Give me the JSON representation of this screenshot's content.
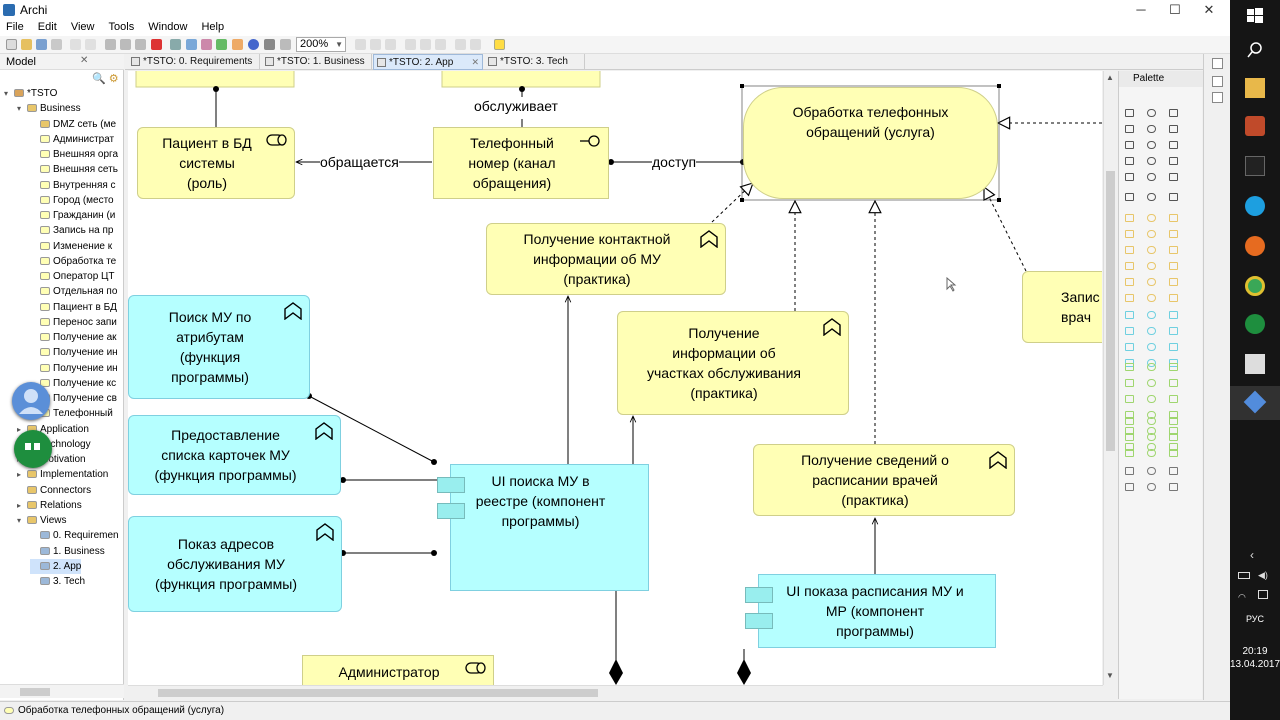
{
  "window": {
    "title": "Archi",
    "min": "─",
    "max": "☐",
    "close": "✕"
  },
  "menu": [
    "File",
    "Edit",
    "View",
    "Tools",
    "Window",
    "Help"
  ],
  "toolbar": {
    "zoom": "200%"
  },
  "model_panel": {
    "tab": "Model",
    "close": "✕"
  },
  "tree": [
    {
      "label": "*TSTO",
      "depth": 0,
      "twisty": "▾",
      "icon": "model-icon",
      "color": "#d9a35a"
    },
    {
      "label": "Business",
      "depth": 1,
      "twisty": "▾",
      "icon": "folder-icon",
      "color": "#e8c66a"
    },
    {
      "label": "DMZ сеть (ме",
      "depth": 2,
      "twisty": "",
      "icon": "location-icon",
      "color": "#e8c66a"
    },
    {
      "label": "Администрат",
      "depth": 2,
      "twisty": "",
      "icon": "role-icon",
      "color": "#ffffb5"
    },
    {
      "label": "Внешняя орга",
      "depth": 2,
      "twisty": "",
      "icon": "function-icon",
      "color": "#ffffb5"
    },
    {
      "label": "Внешняя сеть",
      "depth": 2,
      "twisty": "",
      "icon": "location-icon",
      "color": "#ffffb5"
    },
    {
      "label": "Внутренняя с",
      "depth": 2,
      "twisty": "",
      "icon": "function-icon",
      "color": "#ffffb5"
    },
    {
      "label": "Город (место",
      "depth": 2,
      "twisty": "",
      "icon": "location-icon",
      "color": "#ffffb5"
    },
    {
      "label": "Гражданин (и",
      "depth": 2,
      "twisty": "",
      "icon": "actor-icon",
      "color": "#ffffb5"
    },
    {
      "label": "Запись на пр",
      "depth": 2,
      "twisty": "",
      "icon": "function-icon",
      "color": "#ffffb5"
    },
    {
      "label": "Изменение к",
      "depth": 2,
      "twisty": "",
      "icon": "function-icon",
      "color": "#ffffb5"
    },
    {
      "label": "Обработка те",
      "depth": 2,
      "twisty": "",
      "icon": "service-icon",
      "color": "#ffffb5"
    },
    {
      "label": "Оператор ЦТ",
      "depth": 2,
      "twisty": "",
      "icon": "role-icon",
      "color": "#ffffb5"
    },
    {
      "label": "Отдельная по",
      "depth": 2,
      "twisty": "",
      "icon": "function-icon",
      "color": "#ffffb5"
    },
    {
      "label": "Пациент в БД",
      "depth": 2,
      "twisty": "",
      "icon": "role-icon",
      "color": "#ffffb5"
    },
    {
      "label": "Перенос запи",
      "depth": 2,
      "twisty": "",
      "icon": "function-icon",
      "color": "#ffffb5"
    },
    {
      "label": "Получение ак",
      "depth": 2,
      "twisty": "",
      "icon": "function-icon",
      "color": "#ffffb5"
    },
    {
      "label": "Получение ин",
      "depth": 2,
      "twisty": "",
      "icon": "function-icon",
      "color": "#ffffb5"
    },
    {
      "label": "Получение ин",
      "depth": 2,
      "twisty": "",
      "icon": "function-icon",
      "color": "#ffffb5"
    },
    {
      "label": "Получение кс",
      "depth": 2,
      "twisty": "",
      "icon": "function-icon",
      "color": "#ffffb5"
    },
    {
      "label": "Получение св",
      "depth": 2,
      "twisty": "",
      "icon": "function-icon",
      "color": "#ffffb5"
    },
    {
      "label": "Телефонный",
      "depth": 2,
      "twisty": "",
      "icon": "interface-icon",
      "color": "#ffffb5"
    },
    {
      "label": "Application",
      "depth": 1,
      "twisty": "▸",
      "icon": "folder-icon",
      "color": "#e8c66a"
    },
    {
      "label": "Technology",
      "depth": 1,
      "twisty": "▸",
      "icon": "folder-icon",
      "color": "#e8c66a"
    },
    {
      "label": "Motivation",
      "depth": 1,
      "twisty": "▸",
      "icon": "folder-icon",
      "color": "#e8c66a"
    },
    {
      "label": "Implementation",
      "depth": 1,
      "twisty": "▸",
      "icon": "folder-icon",
      "color": "#e8c66a"
    },
    {
      "label": "Connectors",
      "depth": 1,
      "twisty": "",
      "icon": "folder-icon",
      "color": "#e8c66a"
    },
    {
      "label": "Relations",
      "depth": 1,
      "twisty": "▸",
      "icon": "folder-icon",
      "color": "#e8c66a"
    },
    {
      "label": "Views",
      "depth": 1,
      "twisty": "▾",
      "icon": "folder-icon",
      "color": "#e8c66a"
    },
    {
      "label": "0. Requiremen",
      "depth": 2,
      "twisty": "",
      "icon": "view-icon",
      "color": "#9cb8d8"
    },
    {
      "label": "1. Business",
      "depth": 2,
      "twisty": "",
      "icon": "view-icon",
      "color": "#9cb8d8"
    },
    {
      "label": "2. App",
      "depth": 2,
      "twisty": "",
      "icon": "view-icon",
      "color": "#9cb8d8",
      "selected": true
    },
    {
      "label": "3. Tech",
      "depth": 2,
      "twisty": "",
      "icon": "view-icon",
      "color": "#9cb8d8"
    }
  ],
  "editor_tabs": [
    {
      "label": "*TSTO: 0. Requirements",
      "active": false
    },
    {
      "label": "*TSTO: 1. Business",
      "active": false
    },
    {
      "label": "*TSTO: 2. App",
      "active": true
    },
    {
      "label": "*TSTO: 3. Tech",
      "active": false
    }
  ],
  "elements": {
    "patient_role": "Пациент в БД\nсистемы\n(роль)",
    "phone_interface": "Телефонный\nномер (канал\nобращения)",
    "phone_service": "Обработка телефонных\nобращений (услуга)",
    "contact_info": "Получение контактной\nинформации об МУ\n(практика)",
    "search_function": "Поиск МУ по\nатрибутам\n(функция\nпрограммы)",
    "plot_info": "Получение\nинформации об\nучастках обслуживания\n(практика)",
    "card_list_function": "Предоставление\nсписка карточек МУ\n(функция программы)",
    "ui_search": "UI поиска МУ в\nреестре (компонент\nпрограммы)",
    "schedule_info": "Получение сведений о\nрасписании врачей\n(практика)",
    "address_function": "Показ адресов\nобслуживания МУ\n(функция программы)",
    "ui_schedule": "UI показа расписания МУ и\nМР (компонент\nпрограммы)",
    "admin_role": "Администратор",
    "partial_right": "Запис\nврач"
  },
  "connection_labels": {
    "serves": "обслуживает",
    "accesses": "обращается",
    "access": "доступ"
  },
  "palette": {
    "title": "Palette"
  },
  "status": "Обработка телефонных обращений (услуга)",
  "taskbar": {
    "time": "20:19",
    "date": "13.04.2017",
    "lang": "РУС"
  }
}
